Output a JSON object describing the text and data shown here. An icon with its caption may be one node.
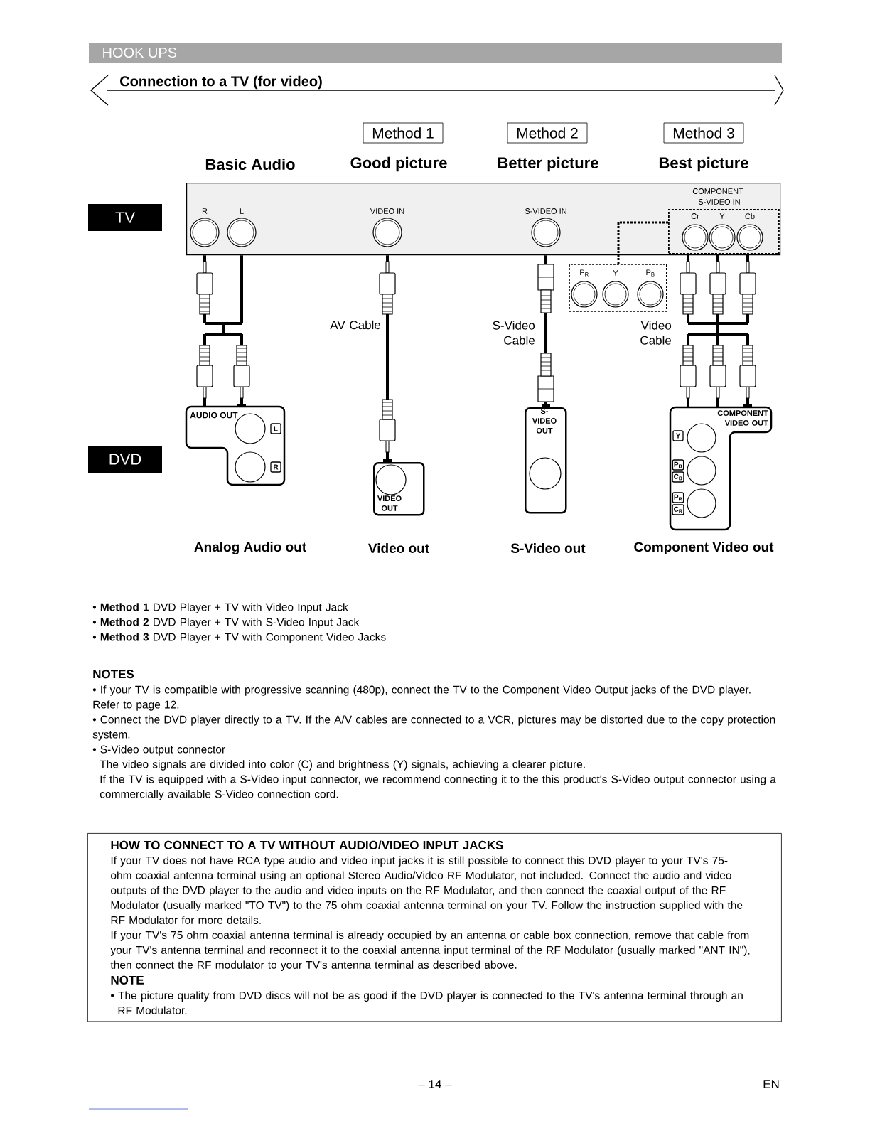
{
  "diagram": {
    "title": "HOOK UPS",
    "nodes": [
      {
        "text": [
          "TV"
        ]
      },
      {
        "text": [
          "DVD"
        ]
      },
      {
        "text": [
          "Method 1"
        ]
      },
      {
        "text": [
          "Method 2"
        ]
      },
      {
        "text": [
          "Method 3"
        ]
      },
      {
        "text": [
          "R",
          "L",
          "VIDEO IN",
          "S-VIDEO IN"
        ]
      },
      {
        "text": [
          "COMPONENT",
          "S-VIDEO IN",
          "Cr",
          "Y",
          "Cb"
        ],
        "in": 5
      },
      {
        "text": [
          "P$_{R}$",
          "Y",
          "P$_{B}$"
        ]
      },
      {
        "text": [
          "AUDIO OUT",
          "L",
          "R"
        ]
      },
      {
        "text": [
          "VIDEO OUT"
        ]
      },
      {
        "text": [
          "S-VIDEO OUT"
        ]
      },
      {
        "text": [
          "COMPONENT VIDEO OUT",
          "Y",
          "P$_{B}$",
          "C$_{B}$",
          "P$_{R}$",
          "C$_{R}$"
        ]
      },
      {
        "text": [
          "HOW TO CONNECT TO A TV WITHOUT AUDIO/VIDEO INPUT JACKS",
          "If your TV does not have RCA type audio and video input jacks it is still possible to connect this DVD player to your TV's 75-ohm coaxial antenna terminal using an optional Stereo Audio/Video RF Modulator, not included. Connect the audio and video outputs of the DVD player to the audio and video inputs on the RF Modulator, and then connect the coaxial output of the RF Modulator (usually marked \"TO TV\") to the 75 ohm coaxial antenna terminal on your TV. Follow the instruction supplied with the RF Modulator for more details.",
          "If your TV's 75 ohm coaxial antenna terminal is already occupied by an antenna or cable box connection, remove that cable from your TV's antenna terminal and reconnect it to the coaxial antenna input terminal of the RF Modulator (usually marked \"ANT IN\"), then connect the RF modulator to your TV's antenna terminal as described above.",
          "NOTE",
          "• The picture quality from DVD discs will not be as good if the DVD player is connected to the TV's antenna terminal through an RF Modulator."
        ]
      }
    ],
    "edges": [
      {
        "from": 5,
        "to": 8,
        "arrow": "other"
      },
      {
        "from": 5,
        "to": 9,
        "arrow": "other",
        "label": "AV Cable"
      },
      {
        "from": 5,
        "to": 10,
        "arrow": "other",
        "label": "S-Video Cable"
      },
      {
        "from": 6,
        "to": 11,
        "arrow": "other",
        "label": "Video Cable"
      },
      {
        "from": 7,
        "to": 6,
        "arrow": "none",
        "style": "dashed"
      }
    ],
    "labels": [
      "Connection to a TV (for video)",
      "Basic Audio",
      "Good picture",
      "Better picture",
      "Best picture",
      "Analog Audio out",
      "Video out",
      "S-Video out",
      "Component Video out",
      "• **Method 1** DVD Player + TV with Video Input Jack",
      "• **Method 2** DVD Player + TV with S-Video Input Jack",
      "• **Method 3** DVD Player + TV with Component Video Jacks",
      "NOTES",
      "• If your TV is compatible with progressive scanning (480p), connect the TV to the Component Video Output jacks of the DVD player. Refer to page 12.",
      "• Connect the DVD player directly to a TV. If the A/V cables are connected to a VCR, pictures may be distorted due to the copy protection system.",
      "• S-Video output connector",
      "The video signals are divided into color (C) and brightness (Y) signals, achieving a clearer picture.",
      "If the TV is equipped with a S-Video input connector, we recommend connecting it to the this product's S-Video output connector using a commercially available S-Video connection cord.",
      "– 14 –",
      "EN"
    ]
  }
}
